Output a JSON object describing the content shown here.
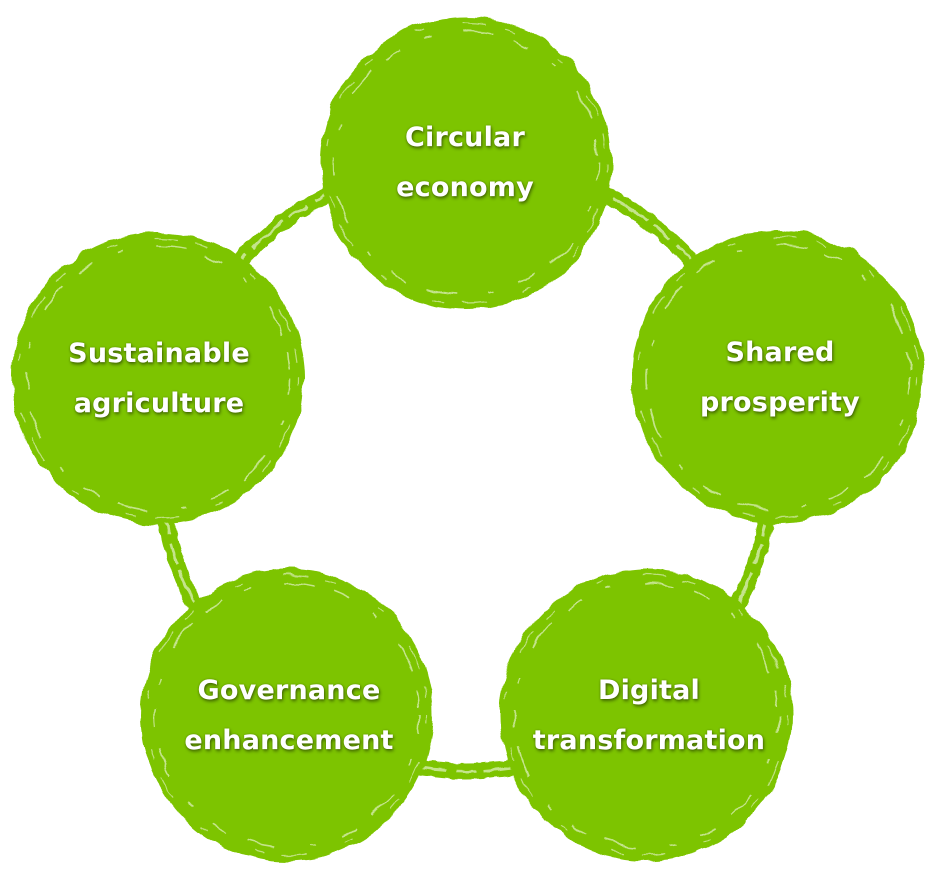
{
  "diagram": {
    "accent_color": "#7dc400",
    "ring_color": "#7dc400",
    "nodes": [
      {
        "id": "circular-economy",
        "line1": "Circular",
        "line2": "economy"
      },
      {
        "id": "shared-prosperity",
        "line1": "Shared",
        "line2": "prosperity"
      },
      {
        "id": "digital-transformation",
        "line1": "Digital",
        "line2": "transformation"
      },
      {
        "id": "governance-enhancement",
        "line1": "Governance",
        "line2": "enhancement"
      },
      {
        "id": "sustainable-agriculture",
        "line1": "Sustainable",
        "line2": "agriculture"
      }
    ]
  }
}
